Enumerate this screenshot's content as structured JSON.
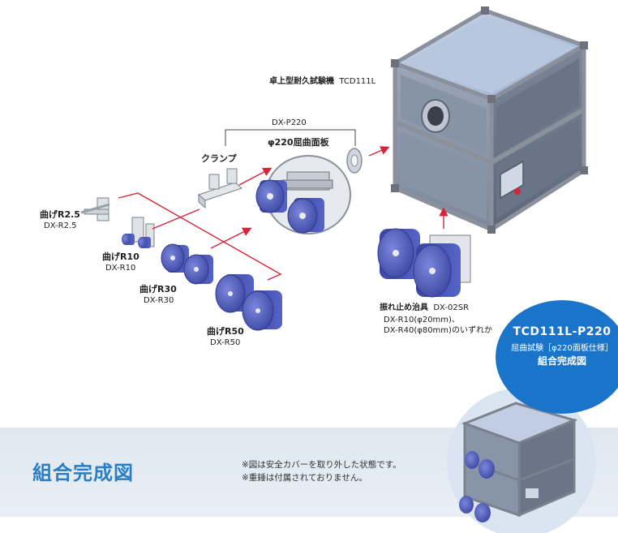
{
  "machine": {
    "label": "卓上型耐久試験機",
    "model": "TCD111L"
  },
  "plate": {
    "code": "DX-P220",
    "name": "φ220屈曲面板"
  },
  "clamp": {
    "label": "クランプ"
  },
  "fixtures": [
    {
      "name": "曲げR2.5",
      "code": "DX-R2.5"
    },
    {
      "name": "曲げR10",
      "code": "DX-R10"
    },
    {
      "name": "曲げR30",
      "code": "DX-R30"
    },
    {
      "name": "曲げR50",
      "code": "DX-R50"
    }
  ],
  "steady": {
    "name": "振れ止め治具",
    "code": "DX-02SR",
    "line1": "DX-R10(φ20mm)、",
    "line2": "DX-R40(φ80mm)のいずれか"
  },
  "badge": {
    "model": "TCD111L-P220",
    "spec": "屈曲試験［φ220面板仕様］",
    "caption": "組合完成図"
  },
  "footer": {
    "title": "組合完成図",
    "notes": [
      "※図は安全カバーを取り外した状態です。",
      "※重錘は付属されておりません。"
    ]
  },
  "colors": {
    "accent_red": "#d6243a",
    "brand_blue": "#1a74c9",
    "roller_blue": "#4a57b8",
    "frame_gray": "#7a7f88",
    "panel_blue": "#aebfd8"
  }
}
